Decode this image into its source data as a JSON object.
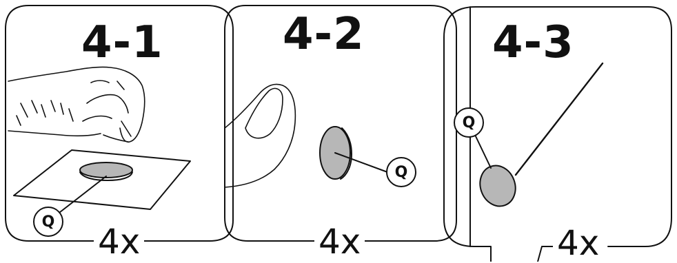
{
  "colors": {
    "line": "#111111",
    "disc_fill": "#b7b7b7",
    "background": "#ffffff"
  },
  "panels": [
    {
      "step": "4-1",
      "quantity": "4x",
      "callout": "Q"
    },
    {
      "step": "4-2",
      "quantity": "4x",
      "callout": "Q"
    },
    {
      "step": "4-3",
      "quantity": "4x",
      "callout": "Q"
    }
  ]
}
